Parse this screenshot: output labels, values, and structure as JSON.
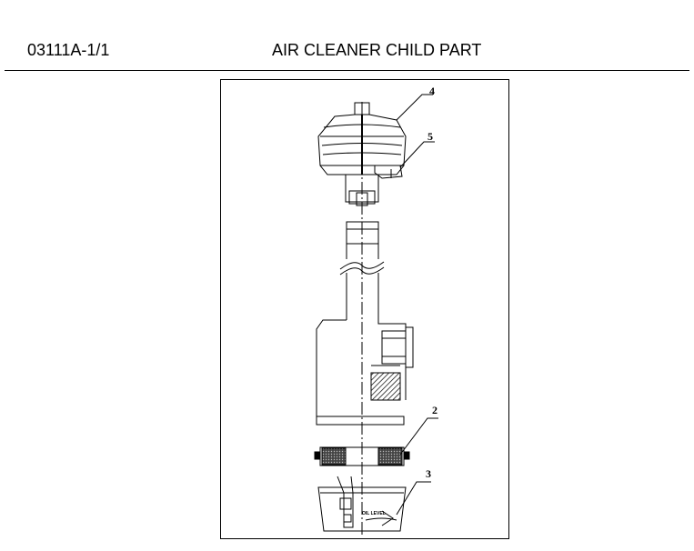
{
  "header": {
    "code": "03111A-1/1",
    "title": "AIR CLEANER CHILD PART"
  },
  "callouts": [
    {
      "id": "4",
      "label": "4"
    },
    {
      "id": "5",
      "label": "5"
    },
    {
      "id": "2",
      "label": "2"
    },
    {
      "id": "3",
      "label": "3"
    }
  ],
  "stamp": {
    "oil_level": "OIL LEVEL"
  }
}
